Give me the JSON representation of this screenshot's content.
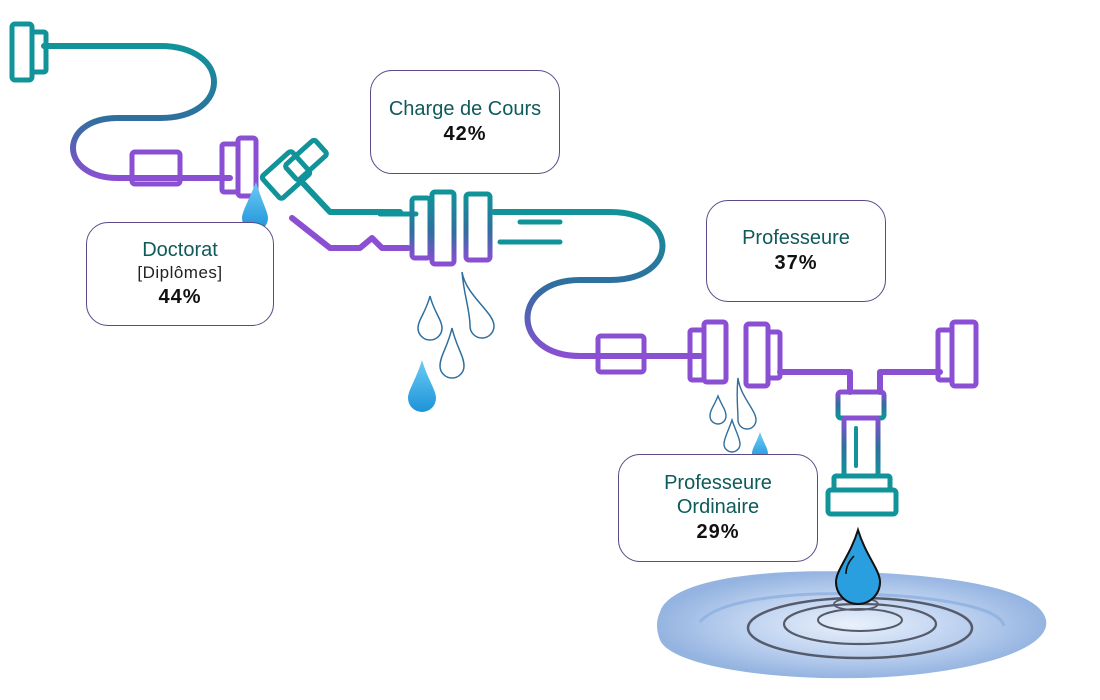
{
  "colors": {
    "teal": "#11939a",
    "blue": "#2f6f9e",
    "purple": "#8a4fd3",
    "text_teal": "#0f5a5a",
    "border": "#5b4a86",
    "water_blue": "#29a8e8",
    "puddle_blue": "#a9c4ea"
  },
  "cards": {
    "doctorat": {
      "label": "Doctorat",
      "sub": "[Diplômes]",
      "value": "44%"
    },
    "charge": {
      "label": "Charge de Cours",
      "value": "42%"
    },
    "professeure": {
      "label": "Professeure",
      "value": "37%"
    },
    "ordinaire": {
      "label_line1": "Professeure",
      "label_line2": "Ordinaire",
      "value": "29%"
    }
  },
  "icons": [
    "pipe",
    "water-drop",
    "water-puddle"
  ]
}
